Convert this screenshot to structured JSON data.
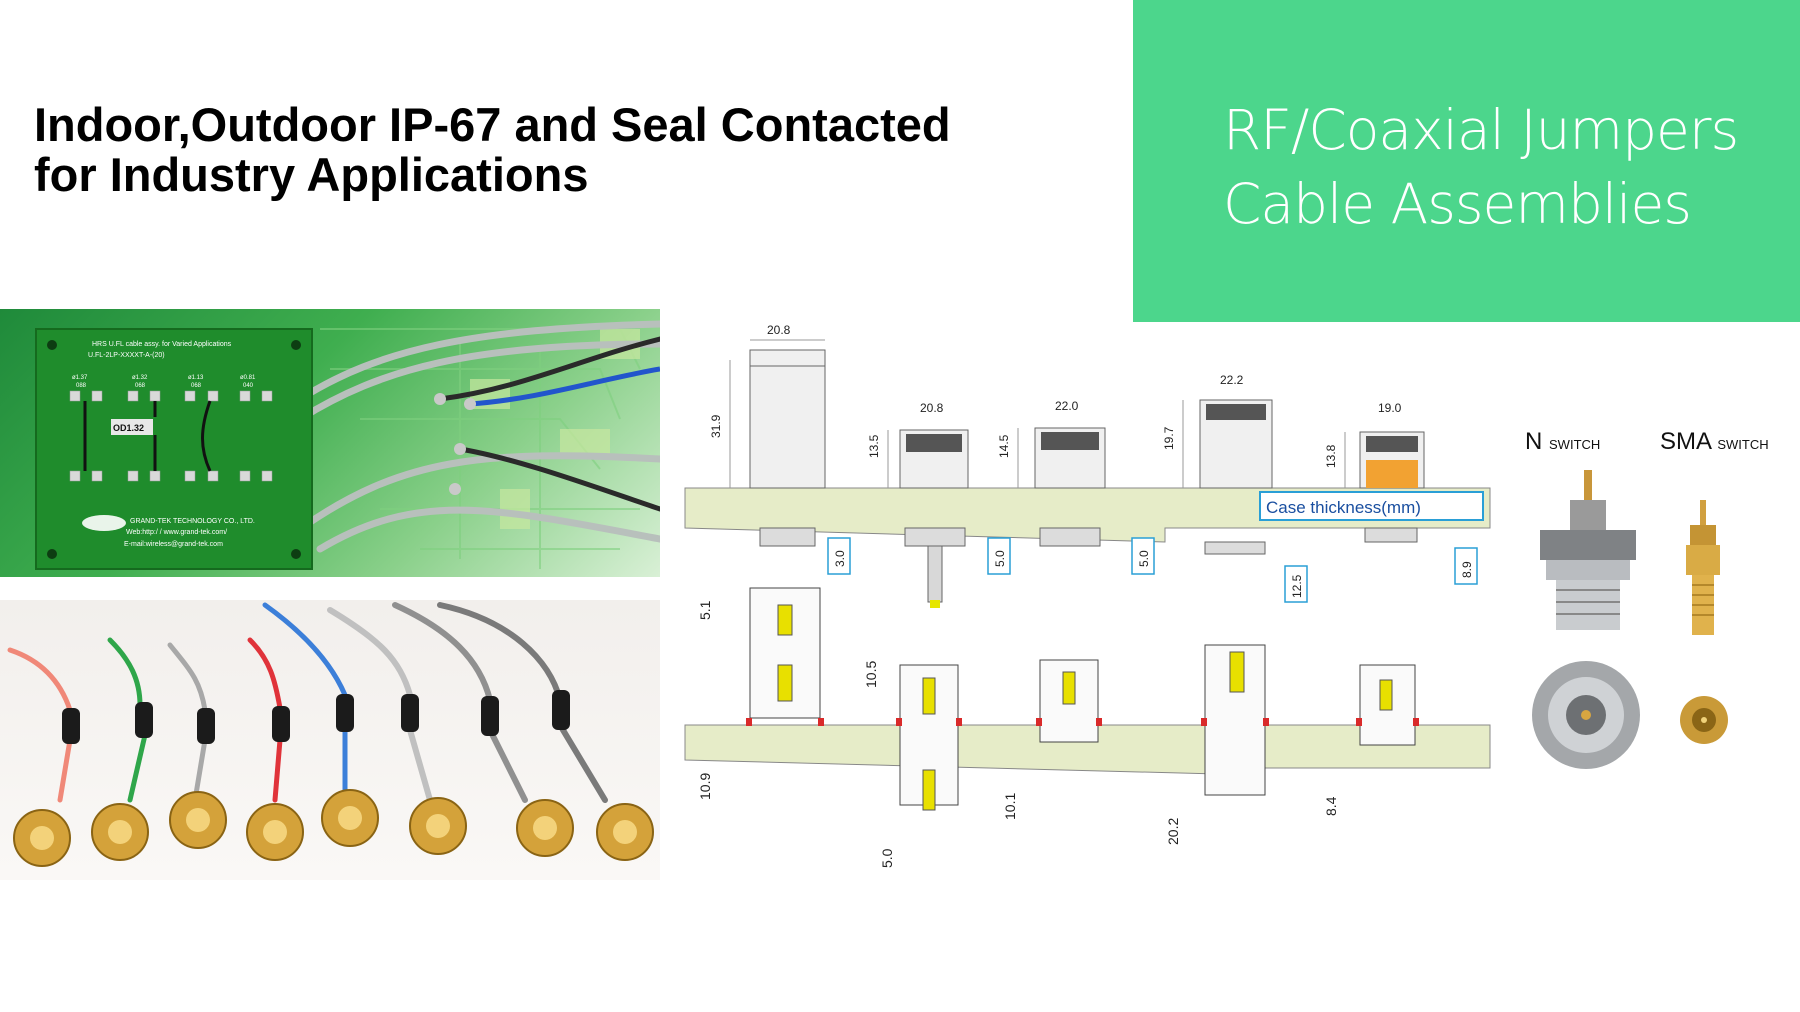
{
  "headline": {
    "line1": "Indoor,Outdoor IP-67 and Seal Contacted",
    "line2": "for Industry Applications"
  },
  "green_panel": {
    "line1": "RF/Coaxial Jumpers",
    "line2": "Cable Assemblies",
    "color": "#4cd68c"
  },
  "pcb_board": {
    "title": "HRS U.FL cable assy. for Varied Applications",
    "part": "U.FL-2LP-XXXXT-A-(20)",
    "sizes": [
      "ø1.37",
      "ø1.32",
      "ø1.13",
      "ø0.81"
    ],
    "codes": [
      "088",
      "068",
      "068",
      "040"
    ],
    "tag": "OD1.32",
    "company": "GRAND-TEK TECHNOLOGY CO., LTD.",
    "web": "Web:http:/ / www.grand-tek.com/",
    "email": "E-mail:wireless@grand-tek.com"
  },
  "diagram": {
    "top_widths": [
      "20.8",
      "20.8",
      "22.0",
      "22.2",
      "19.0"
    ],
    "top_heights": [
      "31.9",
      "13.5",
      "14.5",
      "19.7",
      "13.8"
    ],
    "case_label": "Case thickness(mm)",
    "case_values": [
      "3.0",
      "5.0",
      "5.0",
      "12.5",
      "8.9"
    ],
    "bottom_dims": [
      "5.1",
      "10.9",
      "10.5",
      "5.0",
      "10.1",
      "20.2",
      "8.4"
    ]
  },
  "switch": {
    "n_main": "N",
    "n_sub": "SWITCH",
    "sma_main": "SMA",
    "sma_sub": "SWITCH"
  }
}
